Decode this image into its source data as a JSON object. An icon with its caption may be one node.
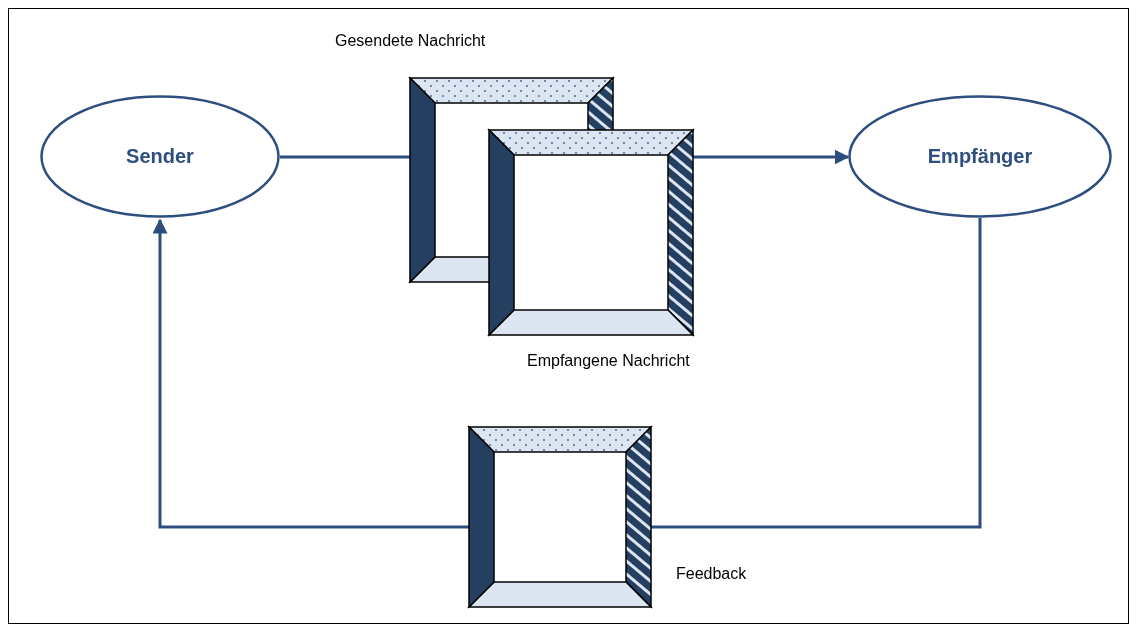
{
  "diagram": {
    "nodes": [
      {
        "text": [
          "Sender"
        ]
      },
      {
        "text": [
          "Empfänger"
        ]
      },
      {
        "text": [
          "Gesendete Nachricht"
        ]
      },
      {
        "text": [
          "Empfangene Nachricht"
        ]
      },
      {
        "text": [],
        "shape": "frame",
        "beside": [
          "Feedback"
        ]
      }
    ],
    "edges": [
      {
        "from": 0,
        "to": 2,
        "arrow": "none"
      },
      {
        "from": 3,
        "to": 1,
        "arrow": "to"
      },
      {
        "from": 1,
        "to": 4,
        "arrow": "none"
      },
      {
        "from": 4,
        "to": 0,
        "arrow": "to"
      }
    ]
  }
}
